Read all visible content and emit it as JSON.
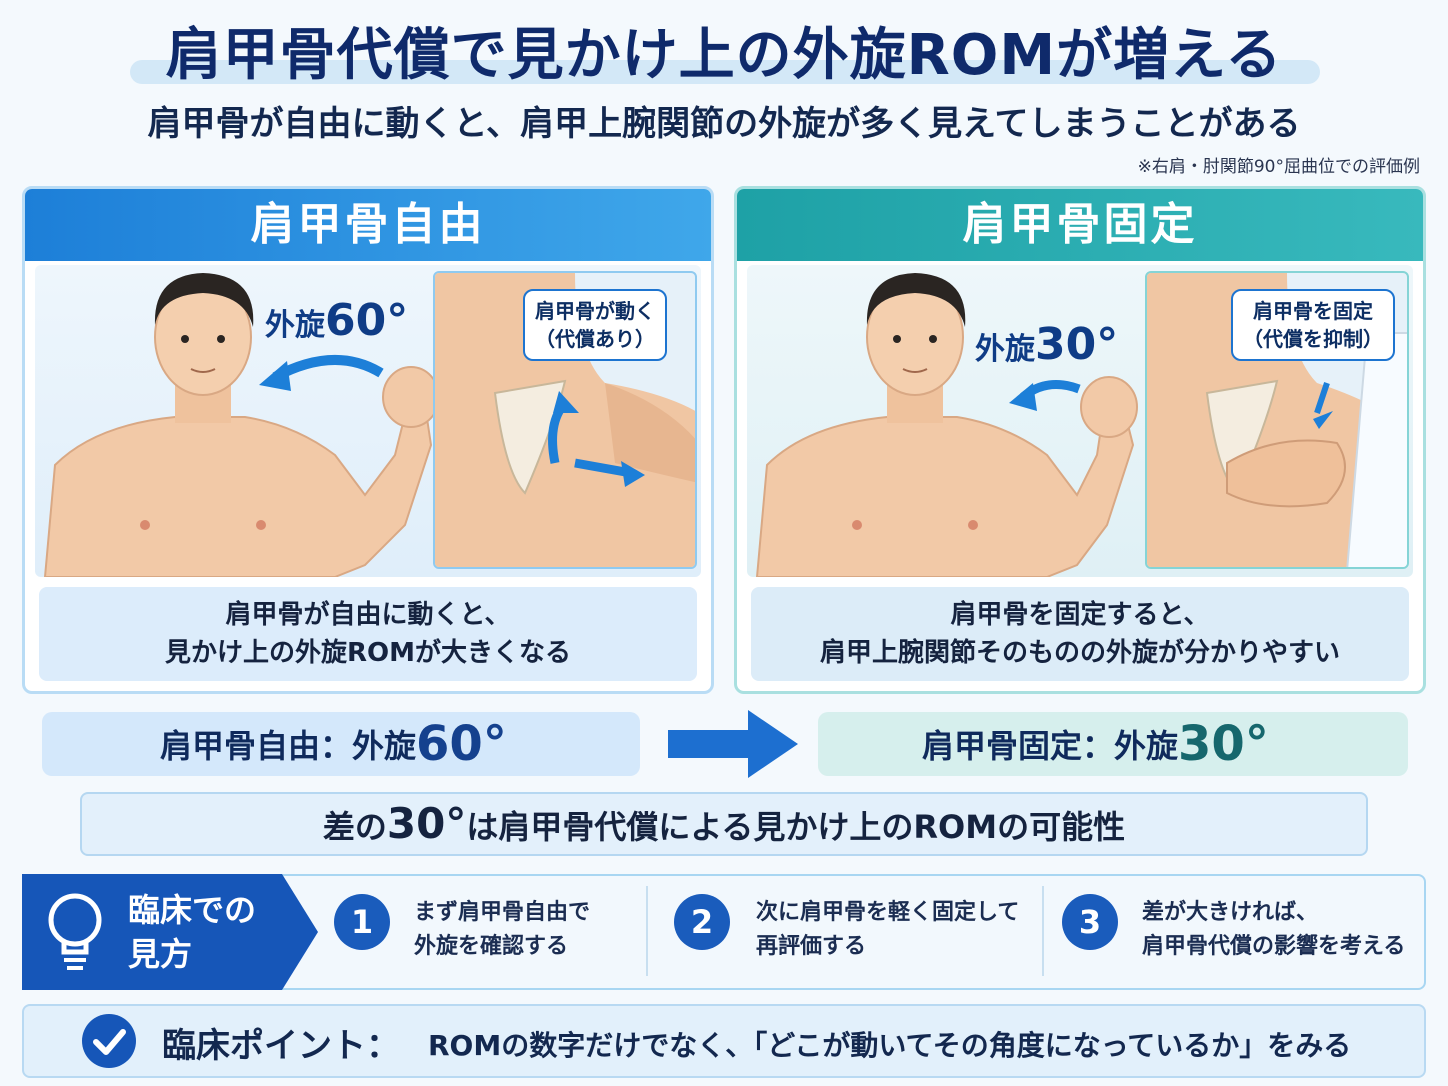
{
  "header": {
    "title": "肩甲骨代償で見かけ上の外旋ROMが増える",
    "subtitle": "肩甲骨が自由に動くと、肩甲上腕関節の外旋が多く見えてしまうことがある",
    "note": "※右肩・肘関節90°屈曲位での評価例"
  },
  "panels": {
    "free": {
      "title": "肩甲骨自由",
      "angle_label": "外旋",
      "angle_value": "60°",
      "bubble_line1": "肩甲骨が動く",
      "bubble_line2": "（代償あり）",
      "caption_line1": "肩甲骨が自由に動くと、",
      "caption_line2": "見かけ上の外旋ROMが大きくなる"
    },
    "fixed": {
      "title": "肩甲骨固定",
      "angle_label": "外旋",
      "angle_value": "30°",
      "bubble_line1": "肩甲骨を固定",
      "bubble_line2": "（代償を抑制）",
      "caption_line1": "肩甲骨を固定すると、",
      "caption_line2": "肩甲上腕関節そのものの外旋が分かりやすい"
    }
  },
  "comparison": {
    "left_label": "肩甲骨自由：外旋",
    "left_value": "60°",
    "right_label": "肩甲骨固定：外旋",
    "right_value": "30°"
  },
  "difference": {
    "prefix": "差の",
    "value": "30°",
    "suffix": "は肩甲骨代償による見かけ上のROMの可能性"
  },
  "clinical": {
    "heading_line1": "臨床での",
    "heading_line2": "見方",
    "steps": [
      {
        "num": "1",
        "line1": "まず肩甲骨自由で",
        "line2": "外旋を確認する"
      },
      {
        "num": "2",
        "line1": "次に肩甲骨を軽く固定して",
        "line2": "再評価する"
      },
      {
        "num": "3",
        "line1": "差が大きければ、",
        "line2": "肩甲骨代償の影響を考える"
      }
    ]
  },
  "point": {
    "label": "臨床ポイント：",
    "text": "ROMの数字だけでなく、「どこが動いてその角度になっているか」をみる"
  },
  "colors": {
    "primary_blue": "#1d7fd8",
    "teal": "#1ea1a6",
    "navy": "#0f2a6b",
    "step_blue": "#1a5cbc"
  }
}
